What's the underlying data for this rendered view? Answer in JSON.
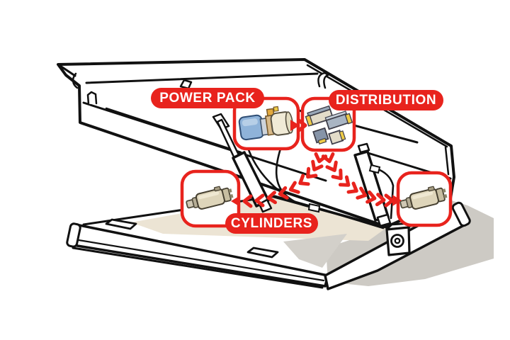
{
  "diagram": {
    "subject": "hydraulic-dock-leveler-cutaway-illustration",
    "labels": {
      "power_pack": "POWER PACK",
      "distribution": "DISTRIBUTION",
      "cylinders": "CYLINDERS"
    },
    "callout_boxes": [
      {
        "id": "power-pack-box",
        "component": "hydraulic-power-pack",
        "icon": "motor-pump-reservoir-icon"
      },
      {
        "id": "distribution-box",
        "component": "distribution-valve-block",
        "icon": "valve-manifold-icon"
      },
      {
        "id": "left-cylinder-box",
        "component": "hydraulic-cylinder",
        "icon": "cylinder-icon"
      },
      {
        "id": "right-cylinder-box",
        "component": "hydraulic-cylinder",
        "icon": "cylinder-icon"
      }
    ],
    "connections": [
      {
        "from": "power-pack",
        "to": "distribution",
        "style": "red-arrow"
      },
      {
        "from": "distribution",
        "to": "left-cylinder",
        "style": "red-chevron-trail"
      },
      {
        "from": "distribution",
        "to": "right-cylinder",
        "style": "red-chevron-trail"
      }
    ],
    "colors": {
      "accent_red": "#e8231d",
      "line_black": "#111111",
      "ground_shadow_gray": "#cdcac4",
      "pit_beige": "#ece4d4",
      "motor_blue": "#8fb3d9",
      "tank_beige": "#f0ead6",
      "valve_yellow": "#eecb46",
      "cylinder_tan": "#ded5ba"
    }
  }
}
